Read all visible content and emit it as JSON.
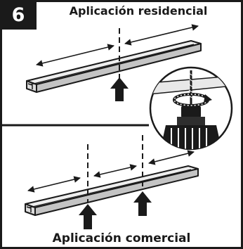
{
  "step": {
    "number": "6"
  },
  "panels": {
    "top": {
      "title": "Aplicación residencial"
    },
    "bottom": {
      "title": "Aplicación comercial"
    }
  },
  "icons": [
    "arrow-up-icon",
    "drill-icon",
    "rotation-arrow-icon",
    "measure-arrow-icon"
  ],
  "colors": {
    "ink": "#1a1a1a",
    "paper": "#ffffff",
    "rail": "#e6e6e6",
    "rail_shade": "#b9b9b9"
  }
}
